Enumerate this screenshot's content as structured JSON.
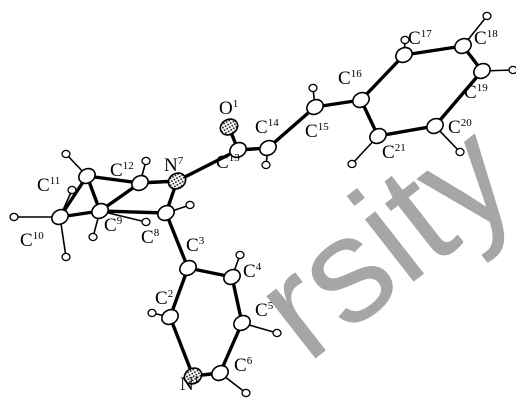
{
  "watermark": {
    "text": "rsity",
    "color": "#a6a6a6"
  },
  "atoms": [
    {
      "id": "O1",
      "element": "O",
      "number": "1"
    },
    {
      "id": "N7",
      "element": "N",
      "number": "7"
    },
    {
      "id": "C13",
      "element": "C",
      "number": "13"
    },
    {
      "id": "C14",
      "element": "C",
      "number": "14"
    },
    {
      "id": "C15",
      "element": "C",
      "number": "15"
    },
    {
      "id": "C16",
      "element": "C",
      "number": "16"
    },
    {
      "id": "C17",
      "element": "C",
      "number": "17"
    },
    {
      "id": "C18",
      "element": "C",
      "number": "18"
    },
    {
      "id": "C19",
      "element": "C",
      "number": "19"
    },
    {
      "id": "C20",
      "element": "C",
      "number": "20"
    },
    {
      "id": "C21",
      "element": "C",
      "number": "21"
    },
    {
      "id": "C12",
      "element": "C",
      "number": "12"
    },
    {
      "id": "C11",
      "element": "C",
      "number": "11"
    },
    {
      "id": "C10",
      "element": "C",
      "number": "10"
    },
    {
      "id": "C9",
      "element": "C",
      "number": "9"
    },
    {
      "id": "C8",
      "element": "C",
      "number": "8"
    },
    {
      "id": "C3",
      "element": "C",
      "number": "3"
    },
    {
      "id": "C4",
      "element": "C",
      "number": "4"
    },
    {
      "id": "C2",
      "element": "C",
      "number": "2"
    },
    {
      "id": "C5",
      "element": "C",
      "number": "5"
    },
    {
      "id": "C6",
      "element": "C",
      "number": "6"
    },
    {
      "id": "N1",
      "element": "N",
      "number": "1"
    }
  ]
}
